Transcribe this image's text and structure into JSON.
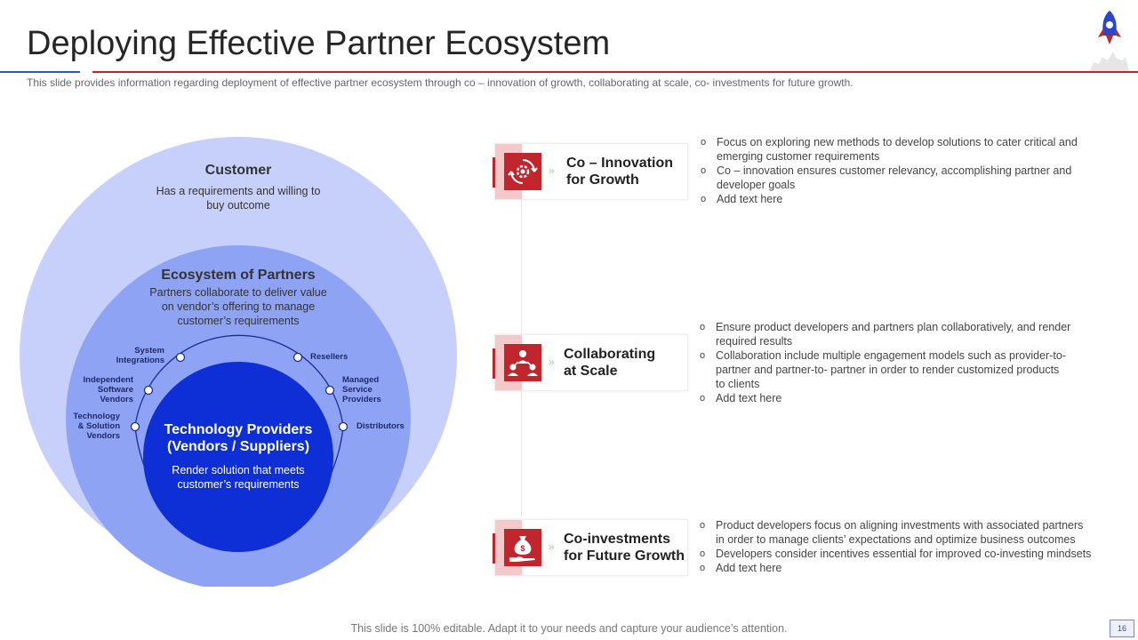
{
  "header": {
    "title": "Deploying Effective Partner Ecosystem",
    "subtitle": "This slide provides information regarding deployment of effective partner ecosystem through co – innovation of growth, collaborating at scale, co- investments for future growth."
  },
  "logo": {
    "icon": "rocket-icon"
  },
  "diagram": {
    "outer": {
      "title": "Customer",
      "desc_lines": [
        "Has a requirements and willing to",
        "buy outcome"
      ]
    },
    "middle": {
      "title": "Ecosystem of Partners",
      "desc_lines": [
        "Partners collaborate to deliver value",
        "on vendor’s offering to manage",
        "customer’s requirements"
      ]
    },
    "inner": {
      "title_lines": [
        "Technology Providers",
        "(Vendors / Suppliers)"
      ],
      "desc_lines": [
        "Render solution that meets",
        "customer’s requirements"
      ]
    },
    "partners_left": [
      {
        "lines": [
          "System",
          "Integrations"
        ]
      },
      {
        "lines": [
          "Independent",
          "Software",
          "Vendors"
        ]
      },
      {
        "lines": [
          "Technology",
          "& Solution",
          "Vendors"
        ]
      }
    ],
    "partners_right": [
      {
        "lines": [
          "Resellers"
        ]
      },
      {
        "lines": [
          "Managed",
          "Service",
          "Providers"
        ]
      },
      {
        "lines": [
          "Distributors"
        ]
      }
    ],
    "colors": {
      "outer": "#c7d0fb",
      "middle": "#8fa3f5",
      "inner": "#0f2fd6"
    }
  },
  "strategies": [
    {
      "icon": "gear-cycle-icon",
      "title_lines": [
        "Co – Innovation",
        "for Growth"
      ],
      "bullets": [
        [
          "Focus on exploring new methods to develop solutions to cater critical and",
          "emerging customer requirements"
        ],
        [
          "Co – innovation ensures customer relevancy, accomplishing partner and",
          "developer goals"
        ],
        [
          "Add text here"
        ]
      ]
    },
    {
      "icon": "team-collaboration-icon",
      "title_lines": [
        "Collaborating",
        "at Scale"
      ],
      "bullets": [
        [
          "Ensure product developers and partners plan collaboratively, and render",
          "required results"
        ],
        [
          "Collaboration include multiple engagement models such as provider-to-",
          "partner and partner-to- partner in order to render customized products",
          "to clients"
        ],
        [
          "Add text here"
        ]
      ]
    },
    {
      "icon": "money-bag-hand-icon",
      "title_lines": [
        "Co-investments",
        "for Future Growth"
      ],
      "bullets": [
        [
          "Product developers focus on aligning investments with associated partners",
          "in order to manage clients’ expectations and optimize business outcomes"
        ],
        [
          "Developers consider incentives essential for improved co-investing mindsets"
        ],
        [
          "Add text here"
        ]
      ]
    }
  ],
  "footer": {
    "text": "This slide is 100% editable. Adapt it to your needs and capture your audience’s attention.",
    "page": "16"
  }
}
